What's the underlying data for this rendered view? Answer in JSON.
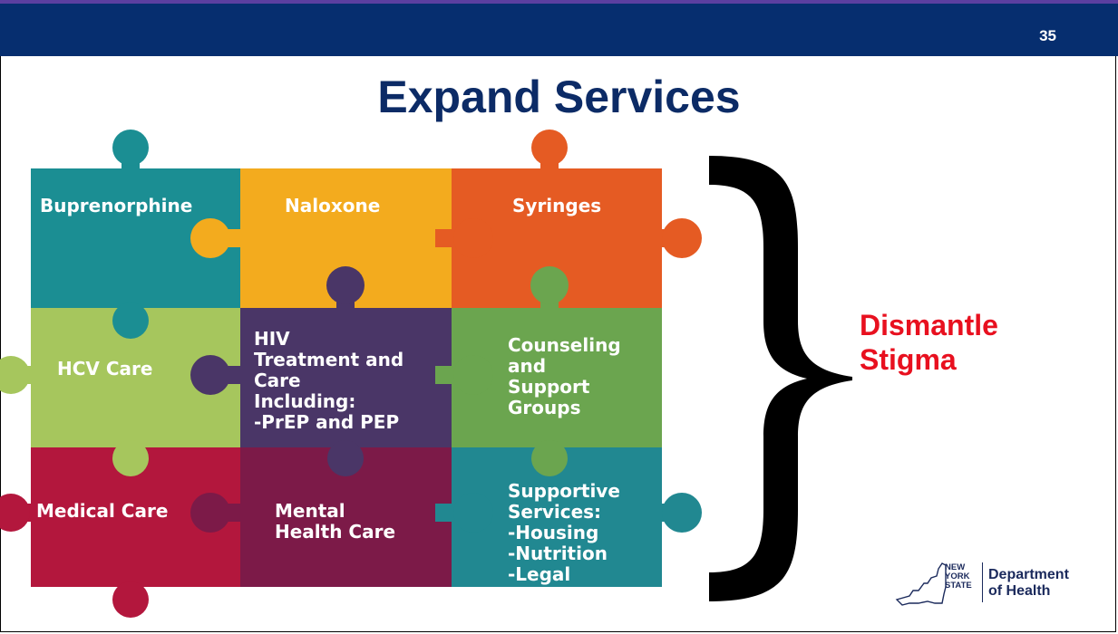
{
  "slide": {
    "number": "35",
    "title": "Expand Services"
  },
  "puzzle": {
    "pieces": [
      {
        "id": "buprenorphine",
        "label": "Buprenorphine",
        "color": "#1b8e93"
      },
      {
        "id": "naloxone",
        "label": "Naloxone",
        "color": "#f3ab1e"
      },
      {
        "id": "syringes",
        "label": "Syringes",
        "color": "#e55b23"
      },
      {
        "id": "hcv-care",
        "label": "HCV Care",
        "color": "#a6c65d"
      },
      {
        "id": "hiv-care",
        "label": "HIV\nTreatment and\nCare\nIncluding:\n-PrEP and PEP",
        "color": "#4a3667"
      },
      {
        "id": "counseling",
        "label": "Counseling\nand\nSupport\nGroups",
        "color": "#6ba54f"
      },
      {
        "id": "medical-care",
        "label": "Medical Care",
        "color": "#b3173d"
      },
      {
        "id": "mental-health",
        "label": "Mental\nHealth Care",
        "color": "#7c1a48"
      },
      {
        "id": "supportive-services",
        "label": "Supportive\nServices:\n-Housing\n-Nutrition\n-Legal",
        "color": "#218891"
      }
    ]
  },
  "callout": {
    "text": "Dismantle\nStigma",
    "color": "#e8101f"
  },
  "logo": {
    "state_text": "NEW\nYORK\nSTATE",
    "dept_text": "Department\nof Health"
  }
}
